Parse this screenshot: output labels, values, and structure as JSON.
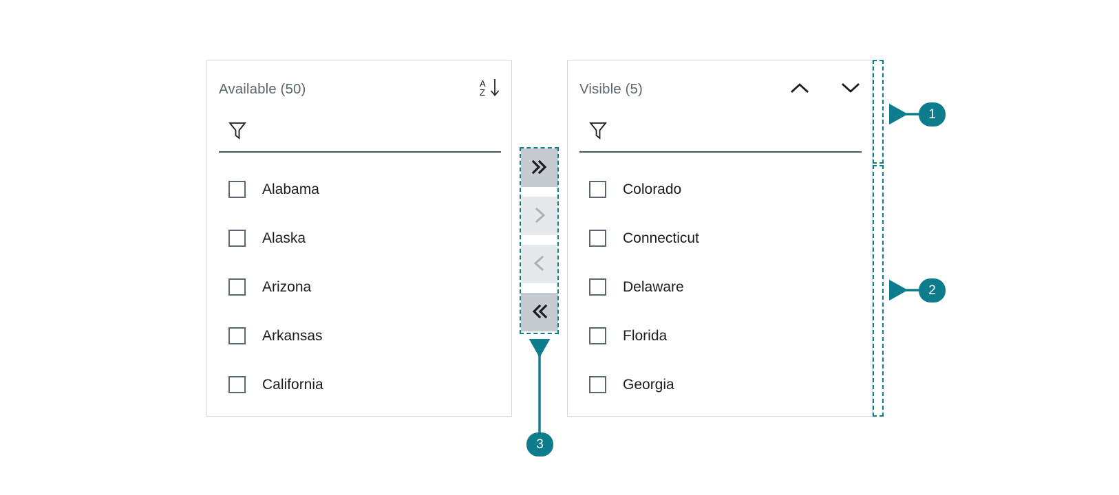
{
  "panels": [
    {
      "id": "available",
      "title": "Available (50)",
      "count": 50,
      "filter": {
        "value": "",
        "placeholder": "",
        "icon": "filter-funnel-icon"
      },
      "header_actions": [
        {
          "name": "sort-az-icon",
          "label": "A",
          "label2": "Z",
          "title": "Sort A to Z"
        }
      ],
      "items": [
        {
          "label": "Alabama",
          "checked": false
        },
        {
          "label": "Alaska",
          "checked": false
        },
        {
          "label": "Arizona",
          "checked": false
        },
        {
          "label": "Arkansas",
          "checked": false
        },
        {
          "label": "California",
          "checked": false
        }
      ]
    },
    {
      "id": "visible",
      "title": "Visible (5)",
      "count": 5,
      "filter": {
        "value": "",
        "placeholder": "",
        "icon": "filter-funnel-icon"
      },
      "header_actions": [
        {
          "name": "move-up-icon",
          "title": "Move up"
        },
        {
          "name": "move-down-icon",
          "title": "Move down"
        }
      ],
      "items": [
        {
          "label": "Colorado",
          "checked": false
        },
        {
          "label": "Connecticut",
          "checked": false
        },
        {
          "label": "Delaware",
          "checked": false
        },
        {
          "label": "Florida",
          "checked": false
        },
        {
          "label": "Georgia",
          "checked": false
        }
      ]
    }
  ],
  "transfer_buttons": [
    {
      "name": "move-all-right-button",
      "glyph": "»",
      "state": "enabled"
    },
    {
      "name": "move-right-button",
      "glyph": "›",
      "state": "disabled"
    },
    {
      "name": "move-left-button",
      "glyph": "‹",
      "state": "disabled"
    },
    {
      "name": "move-all-left-button",
      "glyph": "«",
      "state": "enabled"
    }
  ],
  "annotations": [
    {
      "number": "1",
      "target": "visible-panel-header-region"
    },
    {
      "number": "2",
      "target": "visible-panel-list-region"
    },
    {
      "number": "3",
      "target": "transfer-buttons-region"
    }
  ],
  "colors": {
    "accent": "#0d7d8e",
    "panel_border": "#d4d9dd",
    "title_text": "#5b6670",
    "item_text": "#1c1c1c",
    "checkbox_border": "#5b6670",
    "filter_underline": "#4c555d",
    "button_enabled_bg": "#c5cbd1",
    "button_disabled_bg": "#e6e9ec",
    "glyph_enabled": "#1c1c1c",
    "glyph_disabled": "#a9b0b6",
    "badge_text": "#ffffff"
  }
}
